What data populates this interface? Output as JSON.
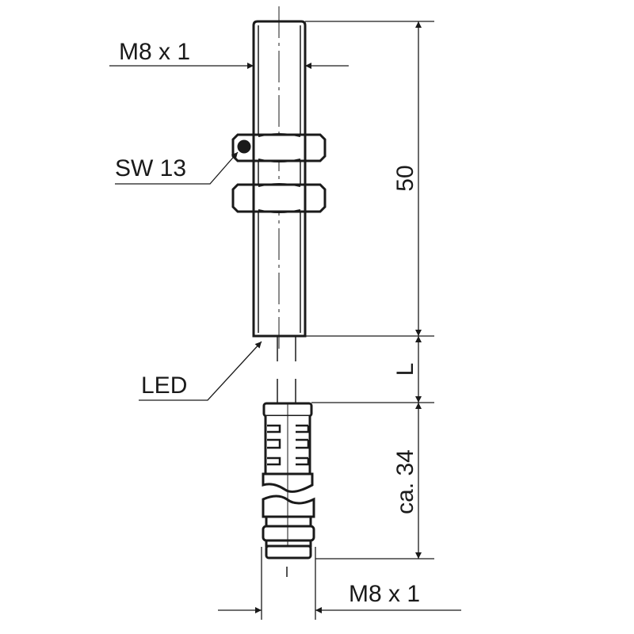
{
  "drawing": {
    "labels": {
      "thread_top": "M8 x 1",
      "wrench_size": "SW 13",
      "led": "LED",
      "length_body": "50",
      "length_cable": "L",
      "length_connector": "ca. 34",
      "thread_bottom": "M8 x 1"
    },
    "colors": {
      "line": "#1a1a1a",
      "background": "#ffffff"
    }
  }
}
